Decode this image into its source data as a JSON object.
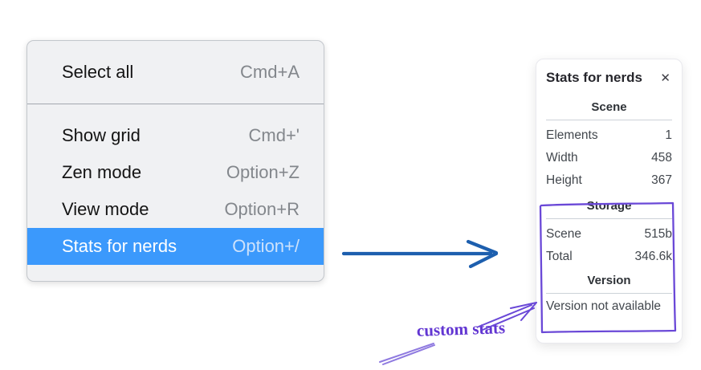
{
  "context_menu": {
    "items": [
      {
        "label": "Select all",
        "shortcut": "Cmd+A",
        "selected": false
      },
      {
        "label": "Show grid",
        "shortcut": "Cmd+'",
        "selected": false
      },
      {
        "label": "Zen mode",
        "shortcut": "Option+Z",
        "selected": false
      },
      {
        "label": "View mode",
        "shortcut": "Option+R",
        "selected": false
      },
      {
        "label": "Stats for nerds",
        "shortcut": "Option+/",
        "selected": true
      }
    ]
  },
  "stats_panel": {
    "title": "Stats for nerds",
    "close_icon": "✕",
    "sections": [
      {
        "heading": "Scene",
        "rows": [
          {
            "label": "Elements",
            "value": "1"
          },
          {
            "label": "Width",
            "value": "458"
          },
          {
            "label": "Height",
            "value": "367"
          }
        ]
      },
      {
        "heading": "Storage",
        "rows": [
          {
            "label": "Scene",
            "value": "515b"
          },
          {
            "label": "Total",
            "value": "346.6k"
          }
        ]
      },
      {
        "heading": "Version",
        "note": "Version not available"
      }
    ]
  },
  "annotation": {
    "label": "custom stats"
  },
  "colors": {
    "menu_highlight": "#3b99fc",
    "menu_background": "#f0f1f3",
    "shortcut_gray": "#83878c",
    "flow_arrow_blue": "#1d5fae",
    "annotation_purple": "#6a48d7",
    "annotation_purple_light": "#8f7ae0",
    "panel_border": "#e9e9ee"
  }
}
